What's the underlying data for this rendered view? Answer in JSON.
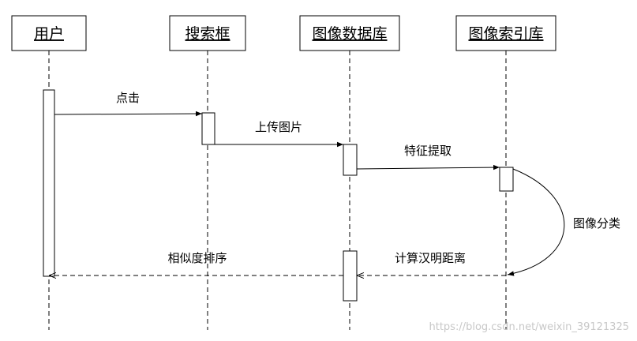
{
  "actors": [
    {
      "id": "user",
      "label": "用户"
    },
    {
      "id": "searchbox",
      "label": "搜索框"
    },
    {
      "id": "imagedb",
      "label": "图像数据库"
    },
    {
      "id": "imageindex",
      "label": "图像索引库"
    }
  ],
  "messages": [
    {
      "id": "click",
      "label": "点击",
      "from": "user",
      "to": "searchbox",
      "style": "solid"
    },
    {
      "id": "upload",
      "label": "上传图片",
      "from": "searchbox",
      "to": "imagedb",
      "style": "solid"
    },
    {
      "id": "extract",
      "label": "特征提取",
      "from": "imagedb",
      "to": "imageindex",
      "style": "solid"
    },
    {
      "id": "classify",
      "label": "图像分类",
      "from": "imageindex",
      "to": "imageindex",
      "style": "self-curve"
    },
    {
      "id": "hamming",
      "label": "计算汉明距离",
      "from": "imageindex",
      "to": "imagedb",
      "style": "dashed"
    },
    {
      "id": "rank",
      "label": "相似度排序",
      "from": "imagedb",
      "to": "user",
      "style": "dashed"
    }
  ],
  "watermark": "https://blog.csdn.net/weixin_39121325",
  "colors": {
    "line": "#000000",
    "box_fill": "#ffffff",
    "watermark": "#c8c8c8"
  }
}
